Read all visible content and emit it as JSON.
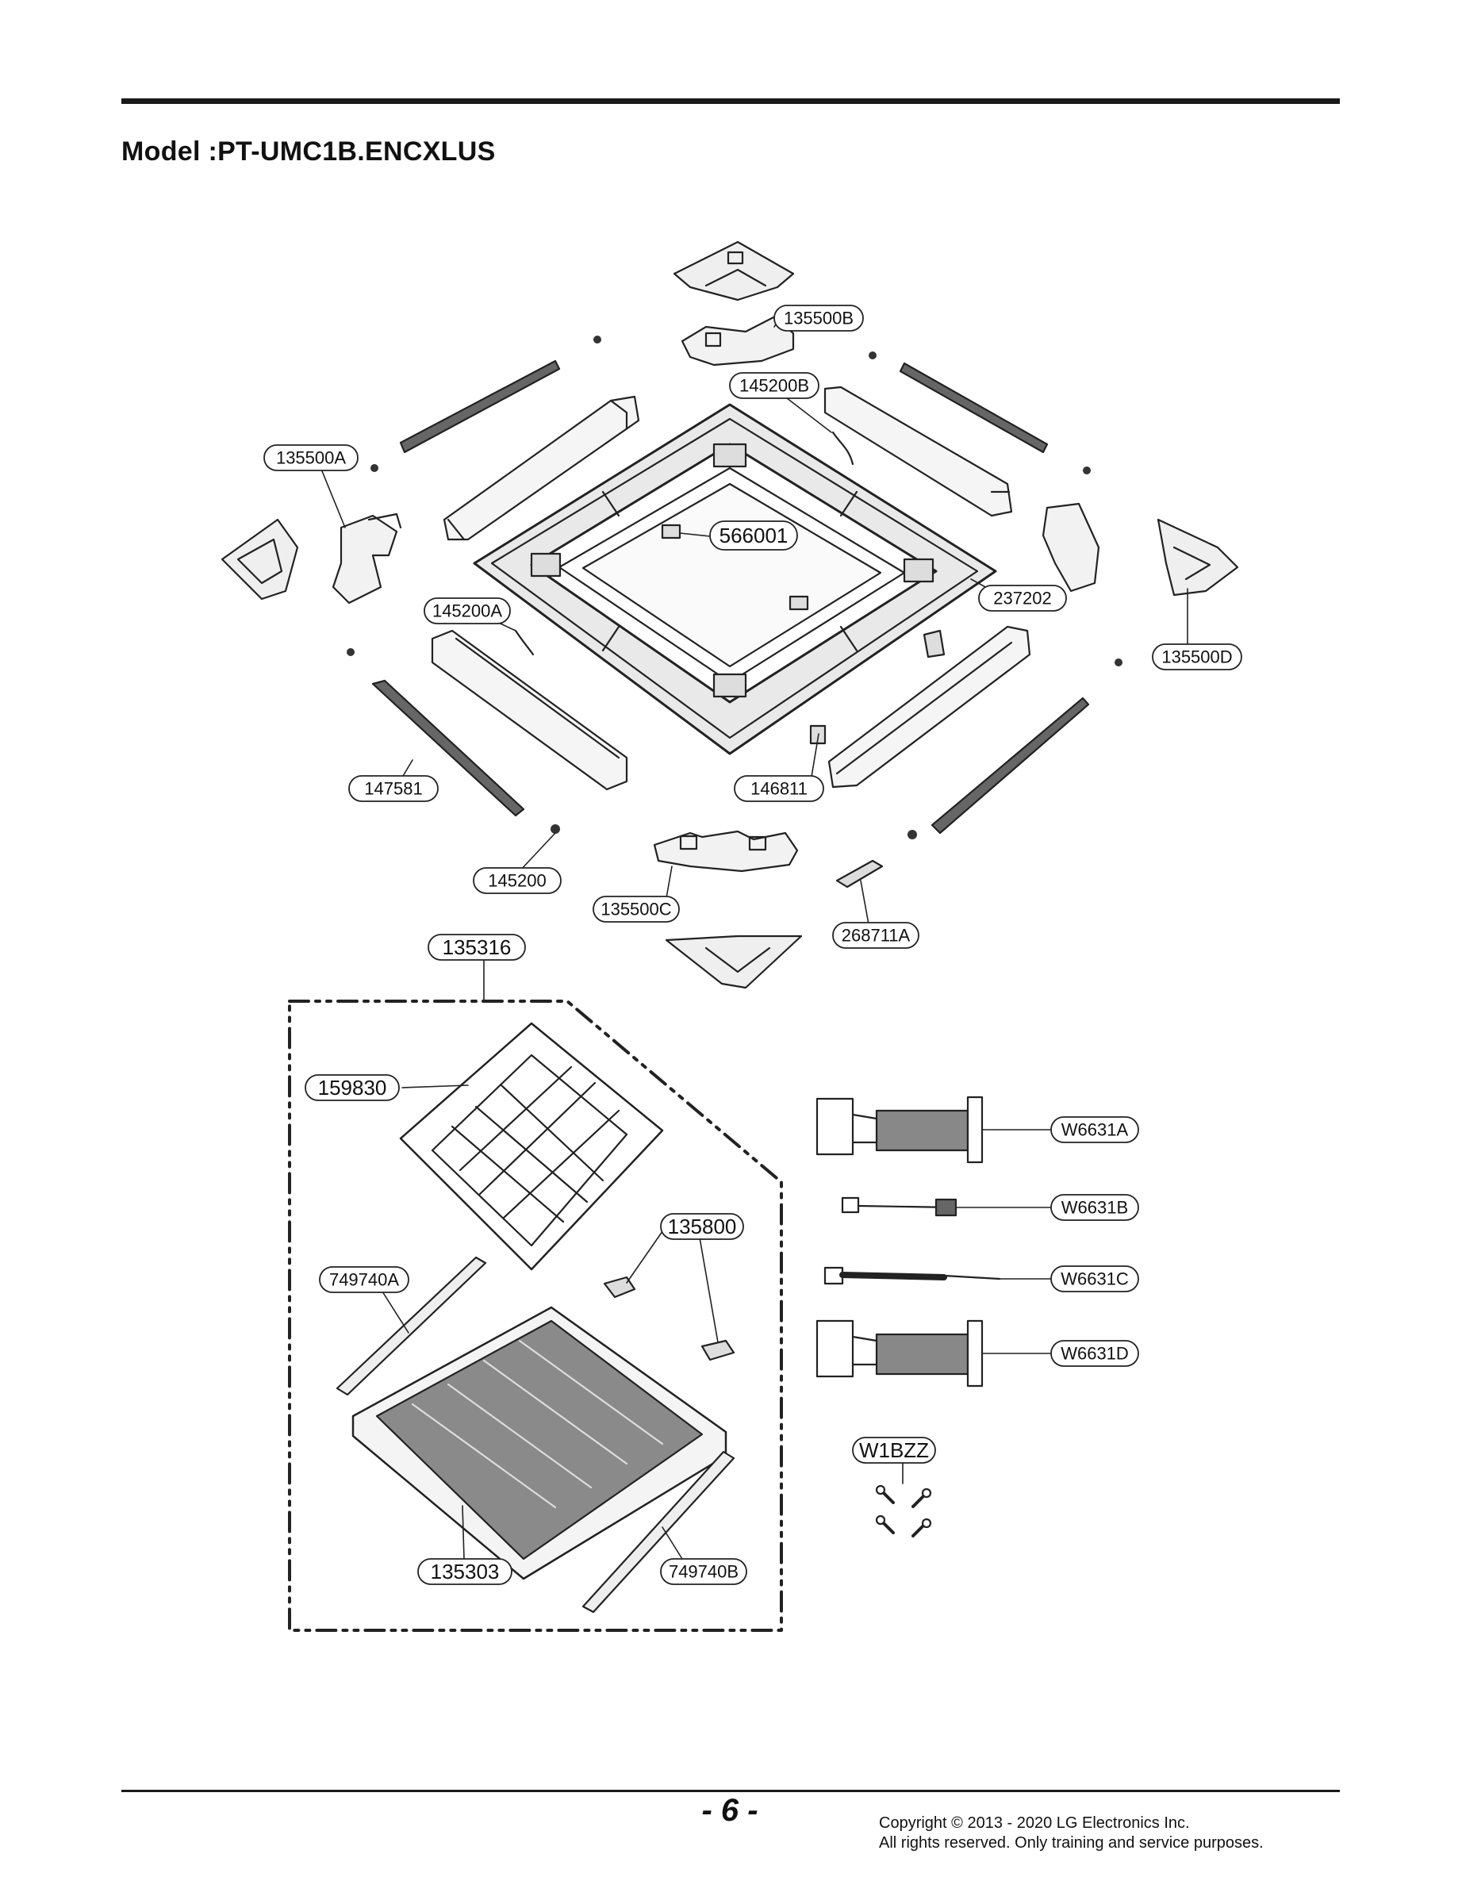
{
  "header": {
    "title": "Model :PT-UMC1B.ENCXLUS"
  },
  "callouts": [
    {
      "id": "135500B",
      "label": "135500B"
    },
    {
      "id": "145200B",
      "label": "145200B"
    },
    {
      "id": "135500A",
      "label": "135500A"
    },
    {
      "id": "566001",
      "label": "566001"
    },
    {
      "id": "237202",
      "label": "237202"
    },
    {
      "id": "145200A",
      "label": "145200A"
    },
    {
      "id": "135500D",
      "label": "135500D"
    },
    {
      "id": "147581",
      "label": "147581"
    },
    {
      "id": "146811",
      "label": "146811"
    },
    {
      "id": "145200",
      "label": "145200"
    },
    {
      "id": "135500C",
      "label": "135500C"
    },
    {
      "id": "268711A",
      "label": "268711A"
    },
    {
      "id": "135316",
      "label": "135316"
    },
    {
      "id": "159830",
      "label": "159830"
    },
    {
      "id": "135800",
      "label": "135800"
    },
    {
      "id": "749740A",
      "label": "749740A"
    },
    {
      "id": "135303",
      "label": "135303"
    },
    {
      "id": "749740B",
      "label": "749740B"
    },
    {
      "id": "W6631A",
      "label": "W6631A"
    },
    {
      "id": "W6631B",
      "label": "W6631B"
    },
    {
      "id": "W6631C",
      "label": "W6631C"
    },
    {
      "id": "W6631D",
      "label": "W6631D"
    },
    {
      "id": "W1BZZ",
      "label": "W1BZZ"
    }
  ],
  "footer": {
    "page_number": "- 6 -",
    "copyright_line1": "Copyright © 2013 - 2020 LG Electronics Inc.",
    "copyright_line2": "All rights reserved. Only training and service purposes."
  }
}
